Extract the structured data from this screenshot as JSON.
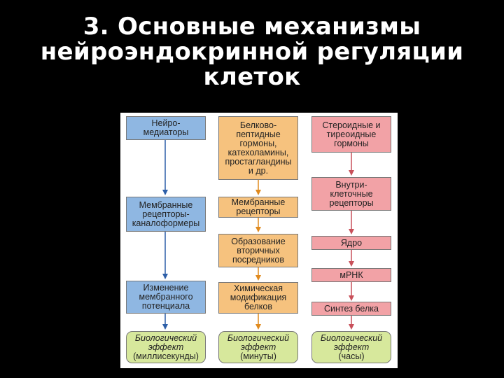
{
  "slide": {
    "title_lines": [
      "3. Основные механизмы",
      "нейроэндокринной регуляции",
      "клеток"
    ]
  },
  "diagram": {
    "columns": [
      {
        "name": "neuromediators",
        "color": "#8fb7e2",
        "arrow_color": "#2d5fa8",
        "boxes": [
          "Нейро-\nмедиаторы",
          "Мембранные\nрецепторы-\nканалоформеры",
          "Изменение\nмембранного\nпотенциала"
        ],
        "effect": {
          "line1": "Биологический",
          "line2": "эффект",
          "line3": "(миллисекунды)"
        }
      },
      {
        "name": "peptide-hormones",
        "color": "#f6c27e",
        "arrow_color": "#e08a1e",
        "boxes": [
          "Белково-\nпептидные\nгормоны,\nкатехоламины,\nпростагландины\nи др.",
          "Мембранные\nрецепторы",
          "Образование\nвторичных\nпосредников",
          "Химическая\nмодификация\nбелков"
        ],
        "effect": {
          "line1": "Биологический",
          "line2": "эффект",
          "line3": "(минуты)"
        }
      },
      {
        "name": "steroid-hormones",
        "color": "#f2a2a6",
        "arrow_color": "#c8505a",
        "boxes": [
          "Стероидные и\nтиреоидные\nгормоны",
          "Внутри-\nклеточные\nрецепторы",
          "Ядро",
          "мРНК",
          "Синтез белка"
        ],
        "effect": {
          "line1": "Биологический",
          "line2": "эффект",
          "line3": "(часы)"
        }
      }
    ]
  }
}
